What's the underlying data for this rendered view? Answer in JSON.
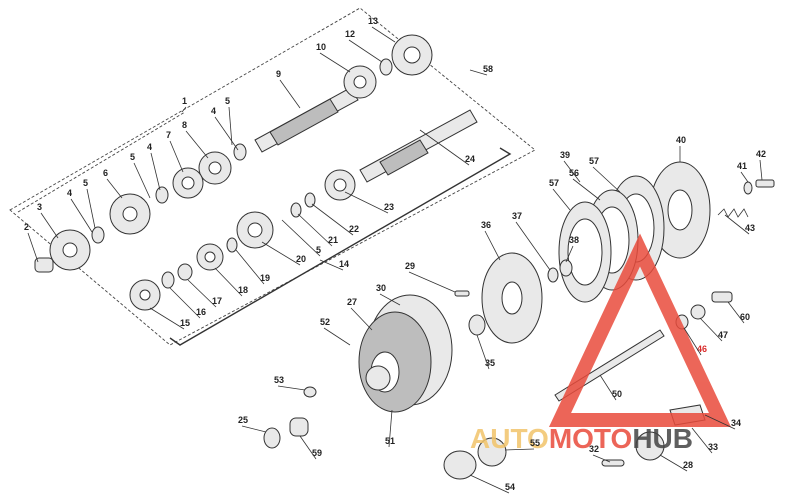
{
  "callouts": [
    {
      "id": "c13",
      "text": "13"
    },
    {
      "id": "c12",
      "text": "12"
    },
    {
      "id": "c10",
      "text": "10"
    },
    {
      "id": "c58",
      "text": "58"
    },
    {
      "id": "c9",
      "text": "9"
    },
    {
      "id": "c1",
      "text": "1"
    },
    {
      "id": "c5a",
      "text": "5"
    },
    {
      "id": "c4a",
      "text": "4"
    },
    {
      "id": "c8",
      "text": "8"
    },
    {
      "id": "c7",
      "text": "7"
    },
    {
      "id": "c4b",
      "text": "4"
    },
    {
      "id": "c5b",
      "text": "5"
    },
    {
      "id": "c6",
      "text": "6"
    },
    {
      "id": "c5c",
      "text": "5"
    },
    {
      "id": "c4c",
      "text": "4"
    },
    {
      "id": "c3",
      "text": "3"
    },
    {
      "id": "c2",
      "text": "2"
    },
    {
      "id": "c24",
      "text": "24"
    },
    {
      "id": "c23",
      "text": "23"
    },
    {
      "id": "c22",
      "text": "22"
    },
    {
      "id": "c21",
      "text": "21"
    },
    {
      "id": "c5d",
      "text": "5"
    },
    {
      "id": "c20",
      "text": "20"
    },
    {
      "id": "c19",
      "text": "19"
    },
    {
      "id": "c14",
      "text": "14"
    },
    {
      "id": "c18",
      "text": "18"
    },
    {
      "id": "c17",
      "text": "17"
    },
    {
      "id": "c16",
      "text": "16"
    },
    {
      "id": "c15",
      "text": "15"
    },
    {
      "id": "c39",
      "text": "39"
    },
    {
      "id": "c57a",
      "text": "57"
    },
    {
      "id": "c56",
      "text": "56"
    },
    {
      "id": "c40",
      "text": "40"
    },
    {
      "id": "c41",
      "text": "41"
    },
    {
      "id": "c42",
      "text": "42"
    },
    {
      "id": "c43",
      "text": "43"
    },
    {
      "id": "c57b",
      "text": "57"
    },
    {
      "id": "c37",
      "text": "37"
    },
    {
      "id": "c38",
      "text": "38"
    },
    {
      "id": "c36",
      "text": "36"
    },
    {
      "id": "c29",
      "text": "29"
    },
    {
      "id": "c30",
      "text": "30"
    },
    {
      "id": "c27",
      "text": "27"
    },
    {
      "id": "c52",
      "text": "52"
    },
    {
      "id": "c35",
      "text": "35"
    },
    {
      "id": "c53",
      "text": "53"
    },
    {
      "id": "c60",
      "text": "60"
    },
    {
      "id": "c47",
      "text": "47"
    },
    {
      "id": "c46",
      "text": "46",
      "color": "red"
    },
    {
      "id": "c50",
      "text": "50"
    },
    {
      "id": "c51",
      "text": "51"
    },
    {
      "id": "c25",
      "text": "25"
    },
    {
      "id": "c59",
      "text": "59"
    },
    {
      "id": "c55",
      "text": "55"
    },
    {
      "id": "c34",
      "text": "34"
    },
    {
      "id": "c33",
      "text": "33"
    },
    {
      "id": "c32",
      "text": "32"
    },
    {
      "id": "c28",
      "text": "28"
    },
    {
      "id": "c54",
      "text": "54"
    }
  ],
  "watermark": {
    "text": "AUTOMOTOHUB",
    "color_auto": "#f2c46a",
    "color_moto": "#e94b3c",
    "color_hub": "#444444",
    "triangle_color": "#e94b3c"
  }
}
